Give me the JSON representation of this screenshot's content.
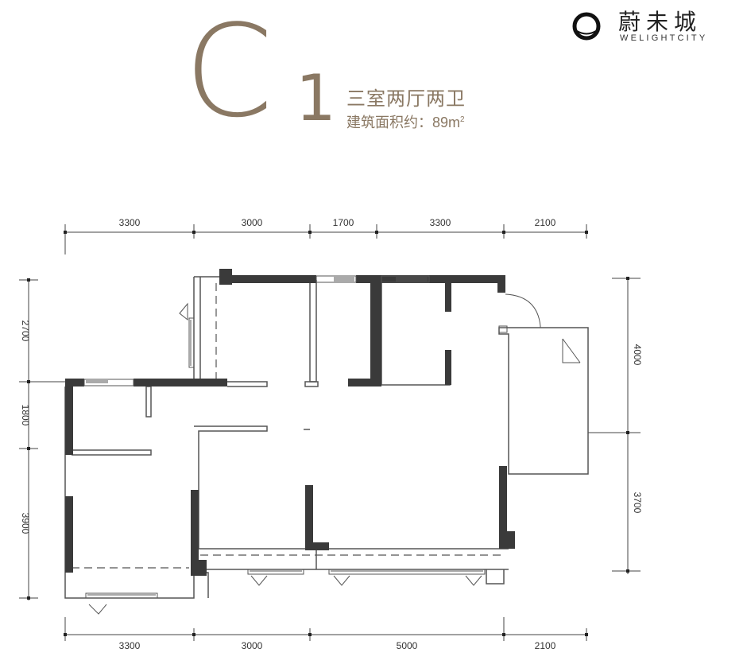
{
  "brand": {
    "name_cn": "蔚未城",
    "name_en": "WELIGHTCITY",
    "mark_icon": "ring-logo-icon"
  },
  "unit": {
    "code_letter": "C",
    "code_number": "1",
    "layout": "三室两厅两卫",
    "area_label": "建筑面积约：",
    "area_value": "89m",
    "area_unit_sup": "2"
  },
  "dimensions": {
    "top": [
      "3300",
      "3000",
      "1700",
      "3300",
      "2100"
    ],
    "bottom": [
      "3300",
      "3000",
      "5000",
      "2100"
    ],
    "left": [
      "2700",
      "1800",
      "3900"
    ],
    "right": [
      "4000",
      "3700"
    ]
  },
  "colors": {
    "accent": "#8a7863",
    "wall": "#3a3a3a",
    "line": "#555555"
  }
}
